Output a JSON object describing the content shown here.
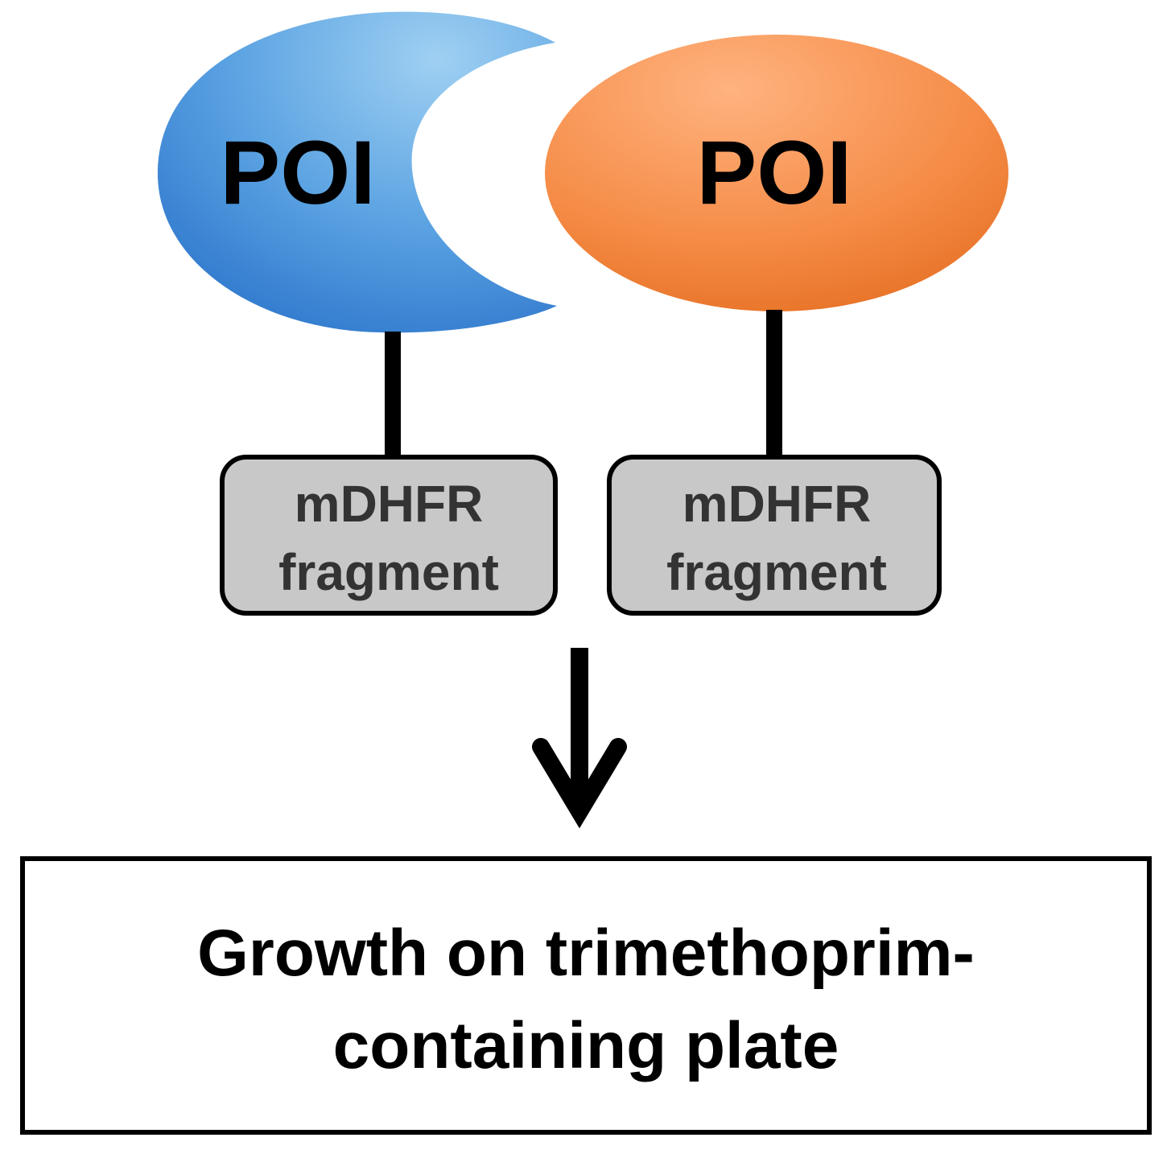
{
  "protein_a": {
    "label": "POI",
    "color": "#3f8fd9"
  },
  "protein_b": {
    "label": "POI",
    "color": "#f28a45"
  },
  "fragment_a": {
    "line1": "mDHFR",
    "line2": "fragment"
  },
  "fragment_b": {
    "line1": "mDHFR",
    "line2": "fragment"
  },
  "result": {
    "line1": "Growth on trimethoprim-",
    "line2": "containing plate"
  },
  "colors": {
    "fragment_fill": "#c8c8c8",
    "outline": "#000000"
  },
  "icons": {
    "arrow": "arrow-down-icon"
  }
}
